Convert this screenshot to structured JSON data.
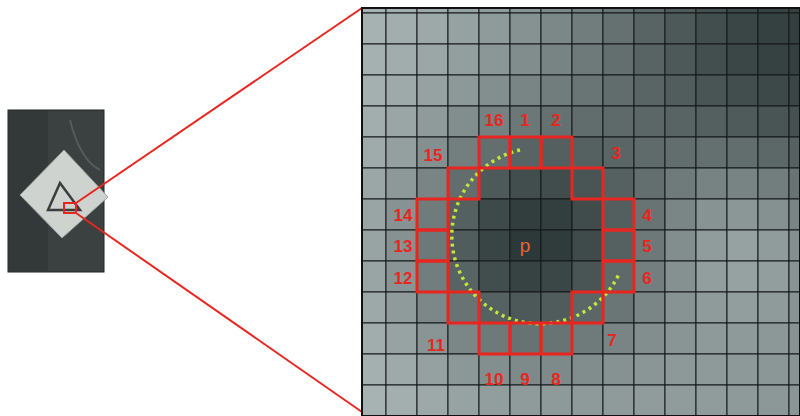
{
  "diagram": {
    "labels": [
      "16",
      "1",
      "2",
      "3",
      "4",
      "5",
      "6",
      "7",
      "8",
      "9",
      "10",
      "11",
      "12",
      "13",
      "14",
      "15",
      "p"
    ]
  }
}
